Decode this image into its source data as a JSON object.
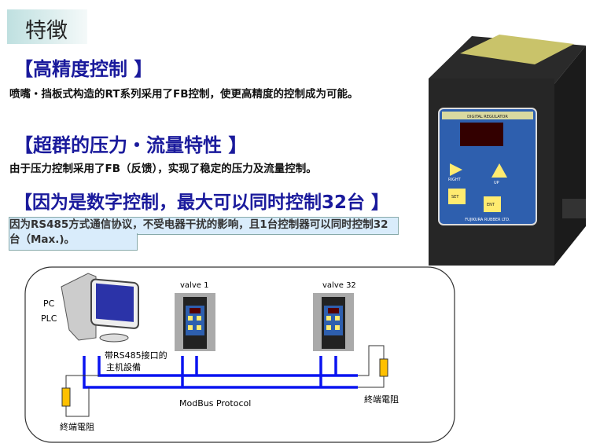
{
  "header": {
    "title": "特徴"
  },
  "sections": [
    {
      "heading": "【高精度控制 】",
      "text": "喷嘴・挡板式构造的RT系列采用了FB控制，使更高精度的控制成为可能。"
    },
    {
      "heading": "【超群的压力・流量特性 】",
      "text": "由于压力控制采用了FB（反馈），实现了稳定的压力及流量控制。"
    },
    {
      "heading": "【因为是数字控制，最大可以同时控制32台 】",
      "text": "因为RS485方式通信协议，不受电器干扰的影响，且1台控制器可以同时控制32台（Max.)。"
    }
  ],
  "device": {
    "label": "DIGITAL REGULATOR",
    "brand": "FUJIKURA RUBBER LTD.",
    "buttons": [
      "RIGHT",
      "UP",
      "SET",
      "ENT"
    ]
  },
  "diagram": {
    "pc_label": "PC",
    "plc_label": "PLC",
    "host_label_1": "带RS485接口的",
    "host_label_2": "主机設備",
    "valve1_label": "valve 1",
    "valve32_label": "valve  32",
    "protocol_label": "ModBus Protocol",
    "terminator_left": "終端電阻",
    "terminator_right": "終端電阻",
    "colors": {
      "bus": "#0a14f0",
      "resistor": "#ffc000"
    }
  }
}
